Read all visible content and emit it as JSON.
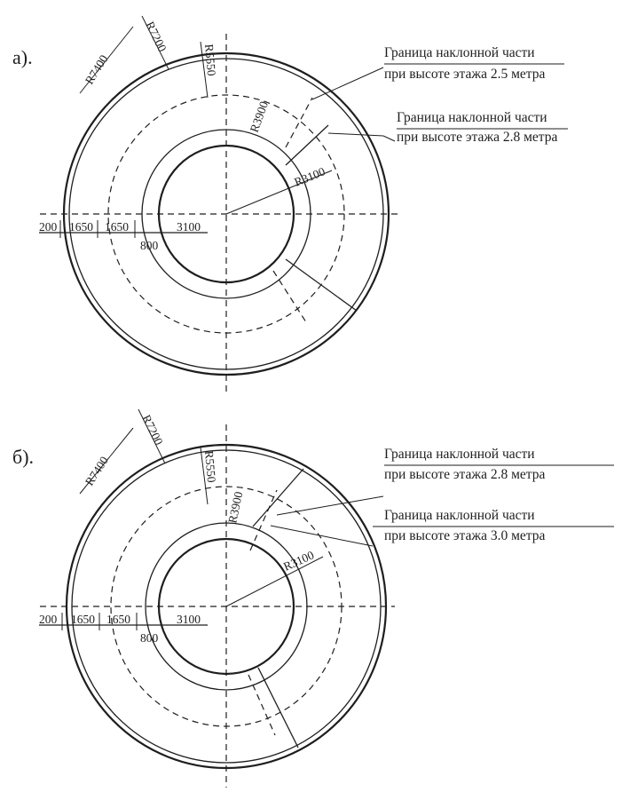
{
  "diagram_a": {
    "section_label": "а).",
    "note_1_line1": "Граница наклонной части",
    "note_1_line2": "при высоте этажа 2.5 метра",
    "note_2_line1": "Граница наклонной части",
    "note_2_line2": "при высоте этажа 2.8 метра",
    "dim_r7400": "R7400",
    "dim_r7200": "R7200",
    "dim_r5550": "R5550",
    "dim_r3900": "R3900",
    "dim_r3100": "R3100",
    "dim_200": "200",
    "dim_1650_a": "1650",
    "dim_1650_b": "1650",
    "dim_3100": "3100",
    "dim_800": "800"
  },
  "diagram_b": {
    "section_label": "б).",
    "note_1_line1": "Граница наклонной  части",
    "note_1_line2": "при высоте этажа 2.8 метра",
    "note_2_line1": "Граница наклонной части",
    "note_2_line2": "при высоте этажа 3.0 метра",
    "dim_r7400": "R7400",
    "dim_r7200": "R7200",
    "dim_r5550": "R5550",
    "dim_r3900": "R3900",
    "dim_r3100": "R3100",
    "dim_200": "200",
    "dim_1650_a": "1650",
    "dim_1650_b": "1650",
    "dim_3100": "3100",
    "dim_800": "800"
  }
}
